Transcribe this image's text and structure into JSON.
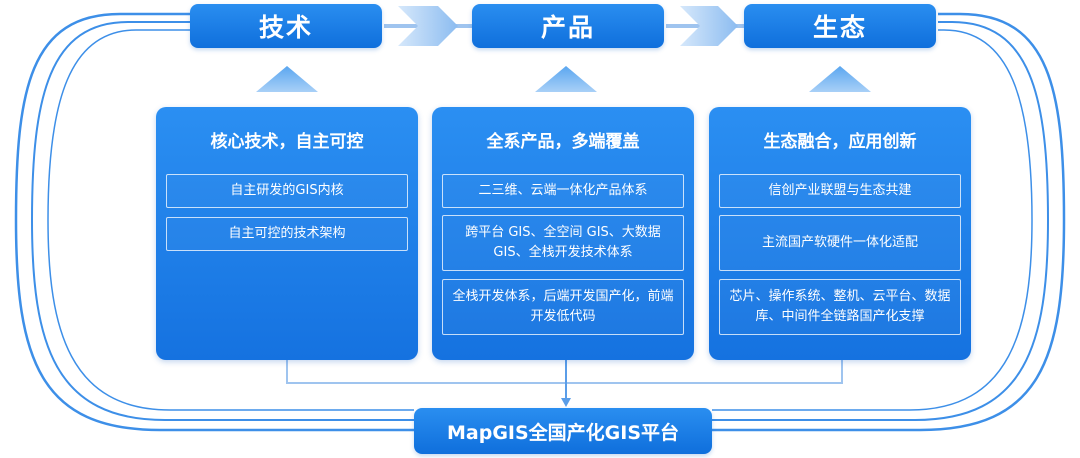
{
  "top_labels": {
    "tech": "技术",
    "product": "产品",
    "eco": "生态"
  },
  "cards": {
    "tech": {
      "title": "核心技术，自主可控",
      "items": [
        "自主研发的GIS内核",
        "自主可控的技术架构"
      ]
    },
    "product": {
      "title": "全系产品，多端覆盖",
      "items": [
        "二三维、云端一体化产品体系",
        "跨平台 GIS、全空间 GIS、大数据 GIS、全栈开发技术体系",
        "全栈开发体系，后端开发国产化，前端开发低代码"
      ]
    },
    "eco": {
      "title": "生态融合，应用创新",
      "items": [
        "信创产业联盟与生态共建",
        "主流国产软硬件一体化适配",
        "芯片、操作系统、整机、云平台、数据库、中间件全链路国产化支撑"
      ]
    }
  },
  "bottom_label": "MapGIS全国产化GIS平台",
  "colors": {
    "primary": "#1677e6",
    "outline": "#3d8fe8",
    "arrow": "#a9cdf3",
    "connector": "#9fc4ef"
  }
}
